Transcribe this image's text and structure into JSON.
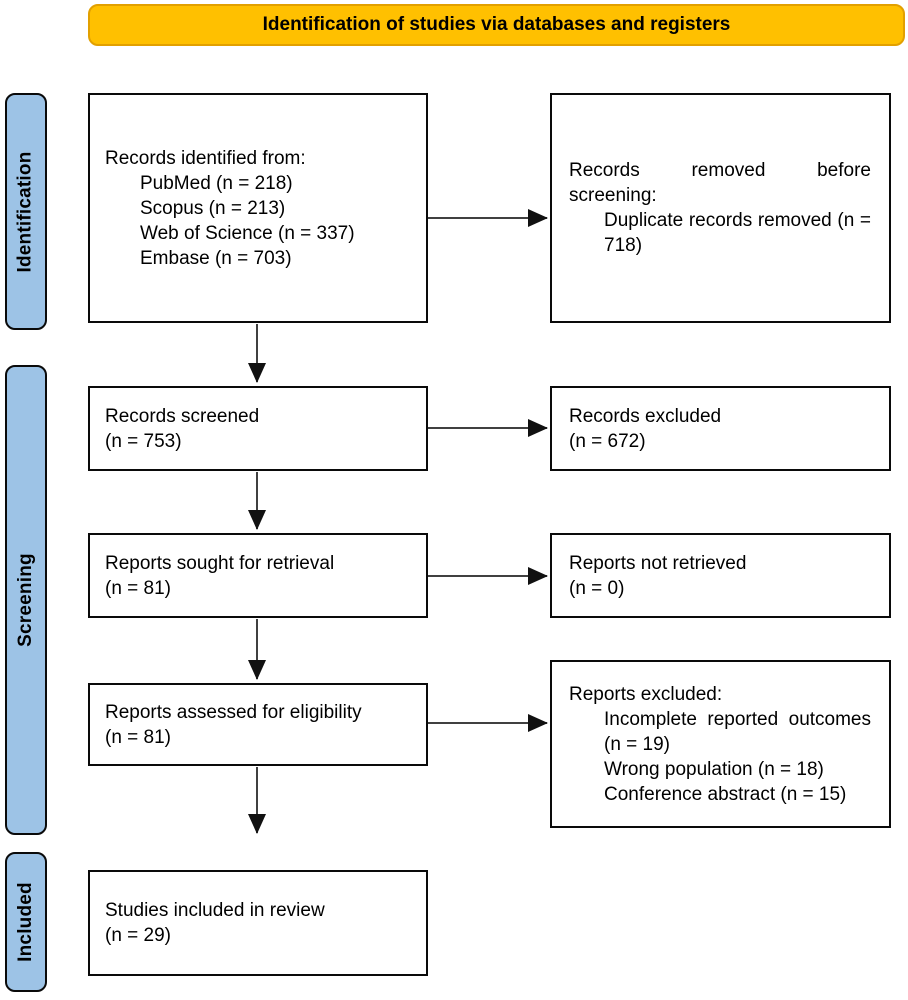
{
  "title": "Identification of studies via databases and registers",
  "colors": {
    "banner_fill": "#FFC000",
    "banner_border": "#E2A000",
    "stage_fill": "#9DC3E6",
    "stage_border": "#0A0A0A",
    "box_border": "#0A0A0A",
    "arrow": "#404040",
    "arrow_head": "#111111",
    "text": "#000000"
  },
  "stages": [
    {
      "label": "Identification"
    },
    {
      "label": "Screening"
    },
    {
      "label": "Included"
    }
  ],
  "boxes": {
    "records_identified": {
      "heading": "Records identified from:",
      "items": [
        "PubMed (n = 218)",
        "Scopus (n = 213)",
        "Web of Science (n = 337)",
        "Embase (n = 703)"
      ]
    },
    "records_removed": {
      "heading": "Records removed before screening:",
      "items": [
        "Duplicate records removed (n = 718)"
      ]
    },
    "records_screened": {
      "line1": "Records screened",
      "line2": "(n = 753)"
    },
    "records_excluded": {
      "line1": "Records excluded",
      "line2": "(n = 672)"
    },
    "reports_sought": {
      "line1": "Reports sought for retrieval",
      "line2": "(n = 81)"
    },
    "reports_not_retrieved": {
      "line1": "Reports not retrieved",
      "line2": "(n = 0)"
    },
    "reports_assessed": {
      "line1": "Reports assessed for eligibility",
      "line2": "(n = 81)"
    },
    "reports_excluded": {
      "heading": "Reports excluded:",
      "items": [
        "Incomplete reported outcomes (n = 19)",
        "Wrong population (n = 18)",
        "Conference abstract (n = 15)"
      ]
    },
    "studies_included": {
      "line1": "Studies included in review",
      "line2": "(n = 29)"
    }
  }
}
